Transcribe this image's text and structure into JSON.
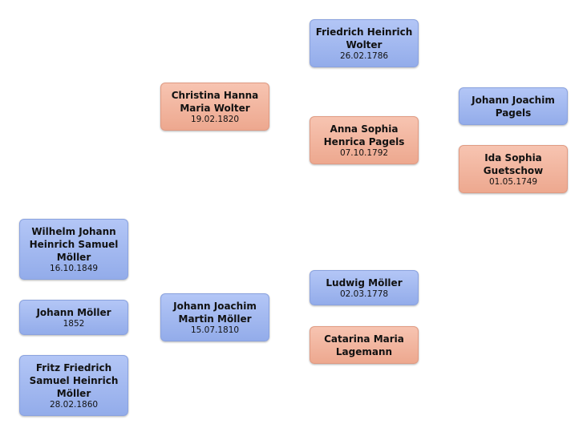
{
  "colors": {
    "male": "#a5bbf1",
    "female": "#f2b59f"
  },
  "persons": {
    "wilhelm": {
      "name": "Wilhelm Johann Heinrich Samuel Möller",
      "date": "16.10.1849"
    },
    "johann": {
      "name": "Johann Möller",
      "date": "1852"
    },
    "fritz": {
      "name": "Fritz Friedrich Samuel Heinrich Möller",
      "date": "28.02.1860"
    },
    "christina": {
      "name": "Christina Hanna Maria Wolter",
      "date": "19.02.1820"
    },
    "jjmartin": {
      "name": "Johann Joachim Martin Möller",
      "date": "15.07.1810"
    },
    "friedrich": {
      "name": "Friedrich Heinrich Wolter",
      "date": "26.02.1786"
    },
    "anna": {
      "name": "Anna Sophia Henrica Pagels",
      "date": "07.10.1792"
    },
    "ludwig": {
      "name": "Ludwig Möller",
      "date": "02.03.1778"
    },
    "catarina": {
      "name": "Catarina Maria Lagemann"
    },
    "jjpagels": {
      "name": "Johann Joachim Pagels"
    },
    "ida": {
      "name": "Ida Sophia Guetschow",
      "date": "01.05.1749"
    }
  }
}
